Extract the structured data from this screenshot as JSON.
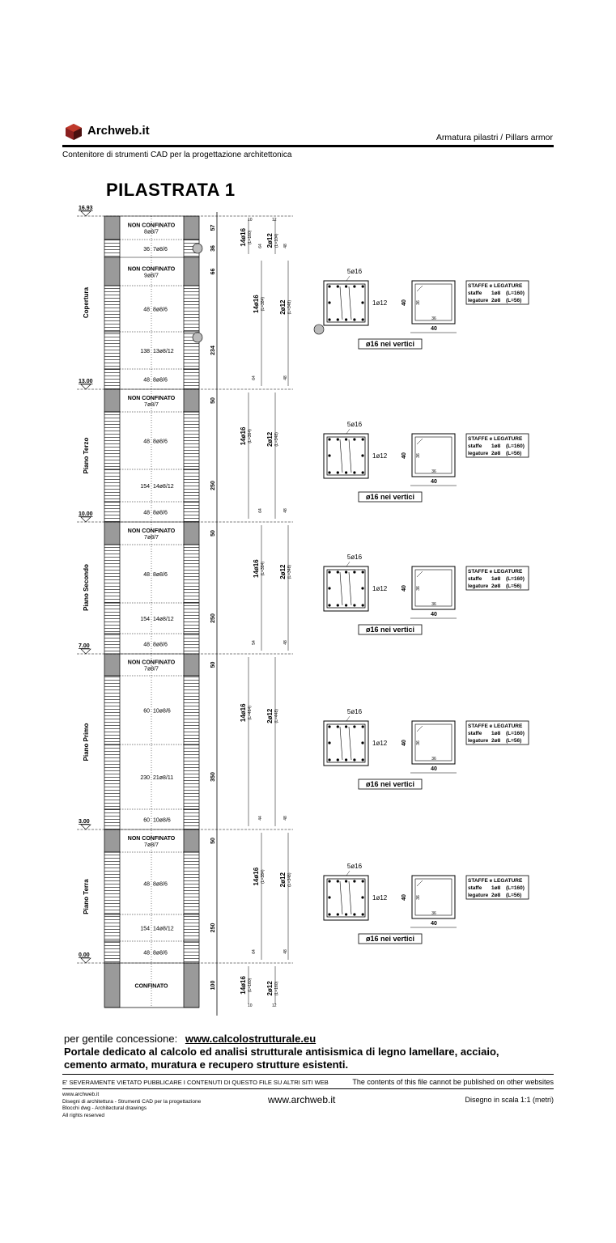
{
  "header": {
    "brand": "Archweb.it",
    "section_title": "Armatura pilastri  /  Pillars armor",
    "subtitle": "Contenitore di strumenti CAD per la progettazione architettonica"
  },
  "drawing": {
    "title": "PILASTRATA 1",
    "levels": [
      {
        "elev": "16.93",
        "name": ""
      },
      {
        "elev": "13.00",
        "name": "Copertura"
      },
      {
        "elev": "10.00",
        "name": "Piano Terzo"
      },
      {
        "elev": "7.00",
        "name": "Piano Secondo"
      },
      {
        "elev": "3.00",
        "name": "Piano Primo"
      },
      {
        "elev": "0.00",
        "name": "Piano Terra"
      }
    ],
    "zones": [
      {
        "l1": "NON CONFINATO",
        "l2": "8ø8/7",
        "dim": "57"
      },
      {
        "l1": "36",
        "l2": "7ø8/6",
        "dim": "36"
      },
      {
        "l1": "NON CONFINATO",
        "l2": "9ø8/7",
        "dim": "66"
      },
      {
        "l1": "48",
        "l2": "8ø8/6",
        "dim": ""
      },
      {
        "l1": "138",
        "l2": "13ø8/12",
        "dim": "234"
      },
      {
        "l1": "48",
        "l2": "8ø8/6",
        "dim": ""
      },
      {
        "l1": "NON CONFINATO",
        "l2": "7ø8/7",
        "dim": "50"
      },
      {
        "l1": "48",
        "l2": "8ø8/6",
        "dim": ""
      },
      {
        "l1": "154",
        "l2": "14ø8/12",
        "dim": "250"
      },
      {
        "l1": "48",
        "l2": "8ø8/6",
        "dim": ""
      },
      {
        "l1": "NON CONFINATO",
        "l2": "7ø8/7",
        "dim": "50"
      },
      {
        "l1": "48",
        "l2": "8ø8/6",
        "dim": ""
      },
      {
        "l1": "154",
        "l2": "14ø8/12",
        "dim": "250"
      },
      {
        "l1": "48",
        "l2": "8ø8/6",
        "dim": ""
      },
      {
        "l1": "NON CONFINATO",
        "l2": "7ø8/7",
        "dim": "50"
      },
      {
        "l1": "60",
        "l2": "10ø8/6",
        "dim": ""
      },
      {
        "l1": "230",
        "l2": "21ø8/11",
        "dim": "350"
      },
      {
        "l1": "60",
        "l2": "10ø8/6",
        "dim": ""
      },
      {
        "l1": "NON CONFINATO",
        "l2": "7ø8/7",
        "dim": "50"
      },
      {
        "l1": "48",
        "l2": "8ø8/6",
        "dim": ""
      },
      {
        "l1": "154",
        "l2": "14ø8/12",
        "dim": "250"
      },
      {
        "l1": "48",
        "l2": "8ø8/6",
        "dim": ""
      },
      {
        "l1": "CONFINATO",
        "l2": "",
        "dim": "100"
      }
    ],
    "bars": [
      {
        "main": "14ø16",
        "mainL": "(L=160)",
        "sec": "2ø12",
        "secL": "(L=104)",
        "t1": "10",
        "t2": "12",
        "b1": "64",
        "b2": "48"
      },
      {
        "main": "14ø16",
        "mainL": "(L=384)",
        "sec": "2ø12",
        "secL": "(L=348)",
        "t1": "",
        "t2": "",
        "b1": "64",
        "b2": "48"
      },
      {
        "main": "14ø16",
        "mainL": "(L=364)",
        "sec": "2ø12",
        "secL": "(L=348)",
        "t1": "",
        "t2": "",
        "b1": "64",
        "b2": "48"
      },
      {
        "main": "14ø16",
        "mainL": "(L=384)",
        "sec": "2ø12",
        "secL": "(L=348)",
        "t1": "",
        "t2": "",
        "b1": "54",
        "b2": "48"
      },
      {
        "main": "14ø16",
        "mainL": "(L=464)",
        "sec": "2ø12",
        "secL": "(L=448)",
        "t1": "",
        "t2": "",
        "b1": "44",
        "b2": "48"
      },
      {
        "main": "14ø16",
        "mainL": "(L=384)",
        "sec": "2ø12",
        "secL": "(L=348)",
        "t1": "",
        "t2": "",
        "b1": "64",
        "b2": "48"
      },
      {
        "main": "14ø16",
        "mainL": "(L=160)",
        "sec": "2ø12",
        "secL": "(L=160)",
        "t1": "10",
        "t2": "12",
        "b1": "",
        "b2": ""
      }
    ],
    "section": {
      "top_bar": "5ø16",
      "side_bar": "1ø12",
      "vertex_note": "ø16 nei vertici",
      "dim_outer": "40",
      "dim_inner": "36",
      "box_title": "STAFFE e LEGATURE",
      "row1_label": "staffe",
      "row1_bar": "1ø8",
      "row1_len": "(L=160)",
      "row2_label": "legature",
      "row2_bar": "2ø8",
      "row2_len": "(L=56)"
    }
  },
  "footer": {
    "credit_prefix": "per gentile concessione:",
    "credit_link": "www.calcolostrutturale.eu",
    "portal_l1": "Portale dedicato al calcolo ed analisi strutturale antisismica di legno lamellare, acciaio,",
    "portal_l2": "cemento armato, muratura e recupero strutture esistenti.",
    "warn_it": "E' SEVERAMENTE VIETATO PUBBLICARE I CONTENUTI DI QUESTO FILE SU ALTRI SITI WEB",
    "warn_en": "The contents of this file cannot be published on other websites",
    "info1": "www.archweb.it",
    "info2": "Disegni di architettura - Strumenti CAD  per la progettazione",
    "info3": "Blocchi dwg - Architectural drawings",
    "info4": "All rights reserved",
    "site": "www.archweb.it",
    "scale": "Disegno in scala 1:1 (metri)"
  }
}
